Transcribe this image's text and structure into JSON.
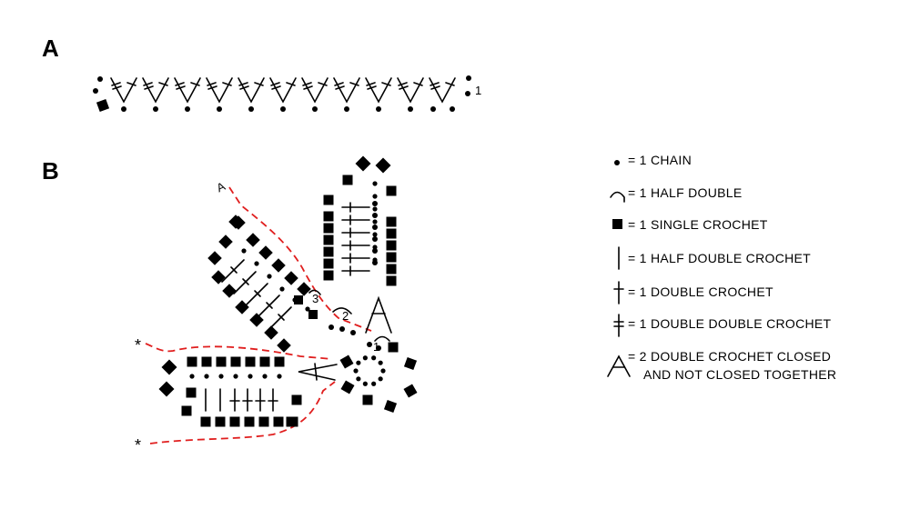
{
  "sections": {
    "a_label": "A",
    "b_label": "B"
  },
  "row_a": {
    "end_number": "1"
  },
  "motif": {
    "round_numbers": [
      "1",
      "2",
      "3"
    ],
    "join_marker_a": "A",
    "join_marker_star": "*"
  },
  "legend": [
    {
      "icon": "chain-dot",
      "text": "= 1 CHAIN"
    },
    {
      "icon": "half-double-arc",
      "text": "= 1 HALF DOUBLE"
    },
    {
      "icon": "single-crochet-square",
      "text": "= 1 SINGLE CROCHET"
    },
    {
      "icon": "half-double-crochet-line",
      "text": "= 1 HALF DOUBLE CROCHET"
    },
    {
      "icon": "double-crochet-cross",
      "text": "= 1 DOUBLE CROCHET"
    },
    {
      "icon": "double-double-crochet-cross",
      "text": "= 1 DOUBLE DOUBLE CROCHET"
    },
    {
      "icon": "cluster-closed-together",
      "text": "= 2 DOUBLE CROCHET CLOSED"
    },
    {
      "icon": "",
      "text": "AND NOT CLOSED TOGETHER"
    }
  ],
  "colors": {
    "ink": "#000000",
    "join_path": "#e01e1e"
  }
}
